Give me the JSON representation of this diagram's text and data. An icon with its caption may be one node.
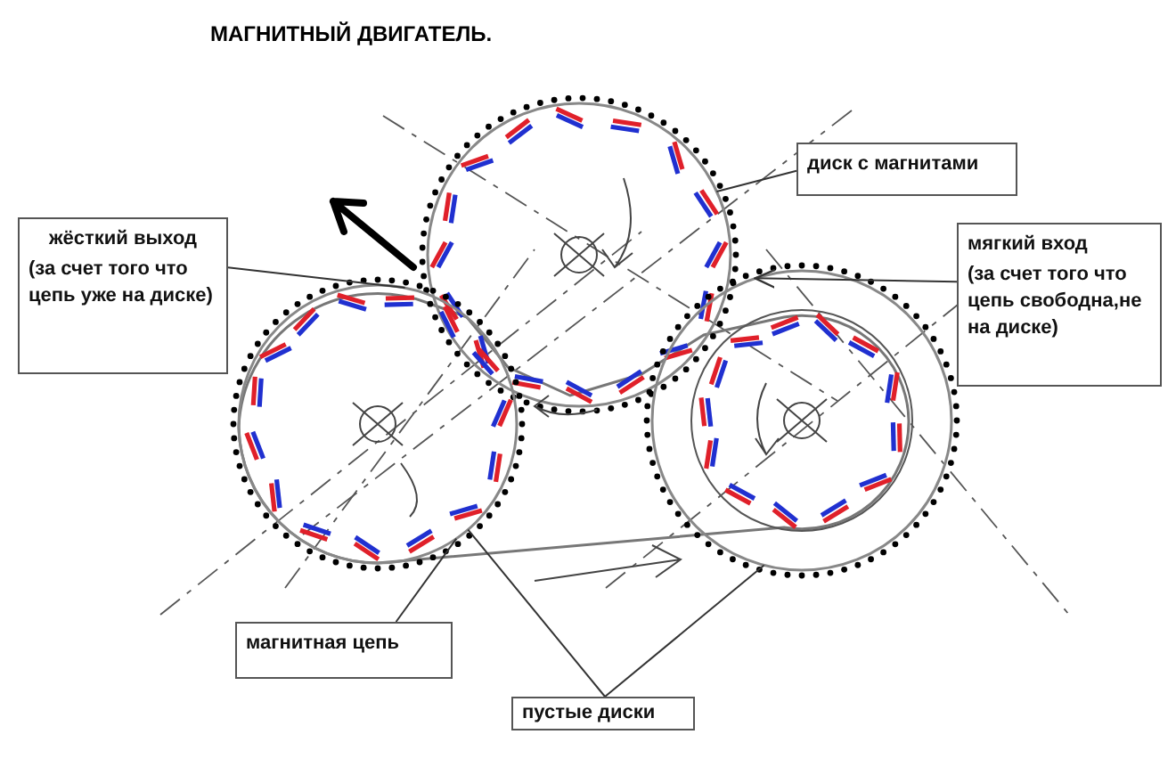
{
  "diagram": {
    "title": "МАГНИТНЫЙ ДВИГАТЕЛЬ.",
    "nodes": [
      {
        "text": [
          "жёсткий выход",
          "(за счет того что цепь уже на диске)"
        ]
      },
      {
        "text": [
          "диск с магнитами"
        ]
      },
      {
        "text": [
          "мягкий вход",
          "(за счет того что цепь свободна,не на диске)"
        ]
      },
      {
        "text": [
          "магнитная цепь"
        ]
      },
      {
        "text": [
          "пустые диски"
        ]
      },
      {
        "text": [],
        "shape": "circle"
      },
      {
        "text": [],
        "shape": "circle"
      },
      {
        "text": [],
        "shape": "circle"
      }
    ],
    "edges": [
      {
        "from": 0,
        "to": 6,
        "arrow": "none"
      },
      {
        "from": 1,
        "to": 5,
        "arrow": "none"
      },
      {
        "from": 2,
        "to": 7,
        "arrow": "to"
      },
      {
        "from": 3,
        "to": 6,
        "arrow": "none"
      },
      {
        "from": 4,
        "to": 6,
        "arrow": "none"
      },
      {
        "from": 4,
        "to": 7,
        "arrow": "none"
      }
    ]
  }
}
